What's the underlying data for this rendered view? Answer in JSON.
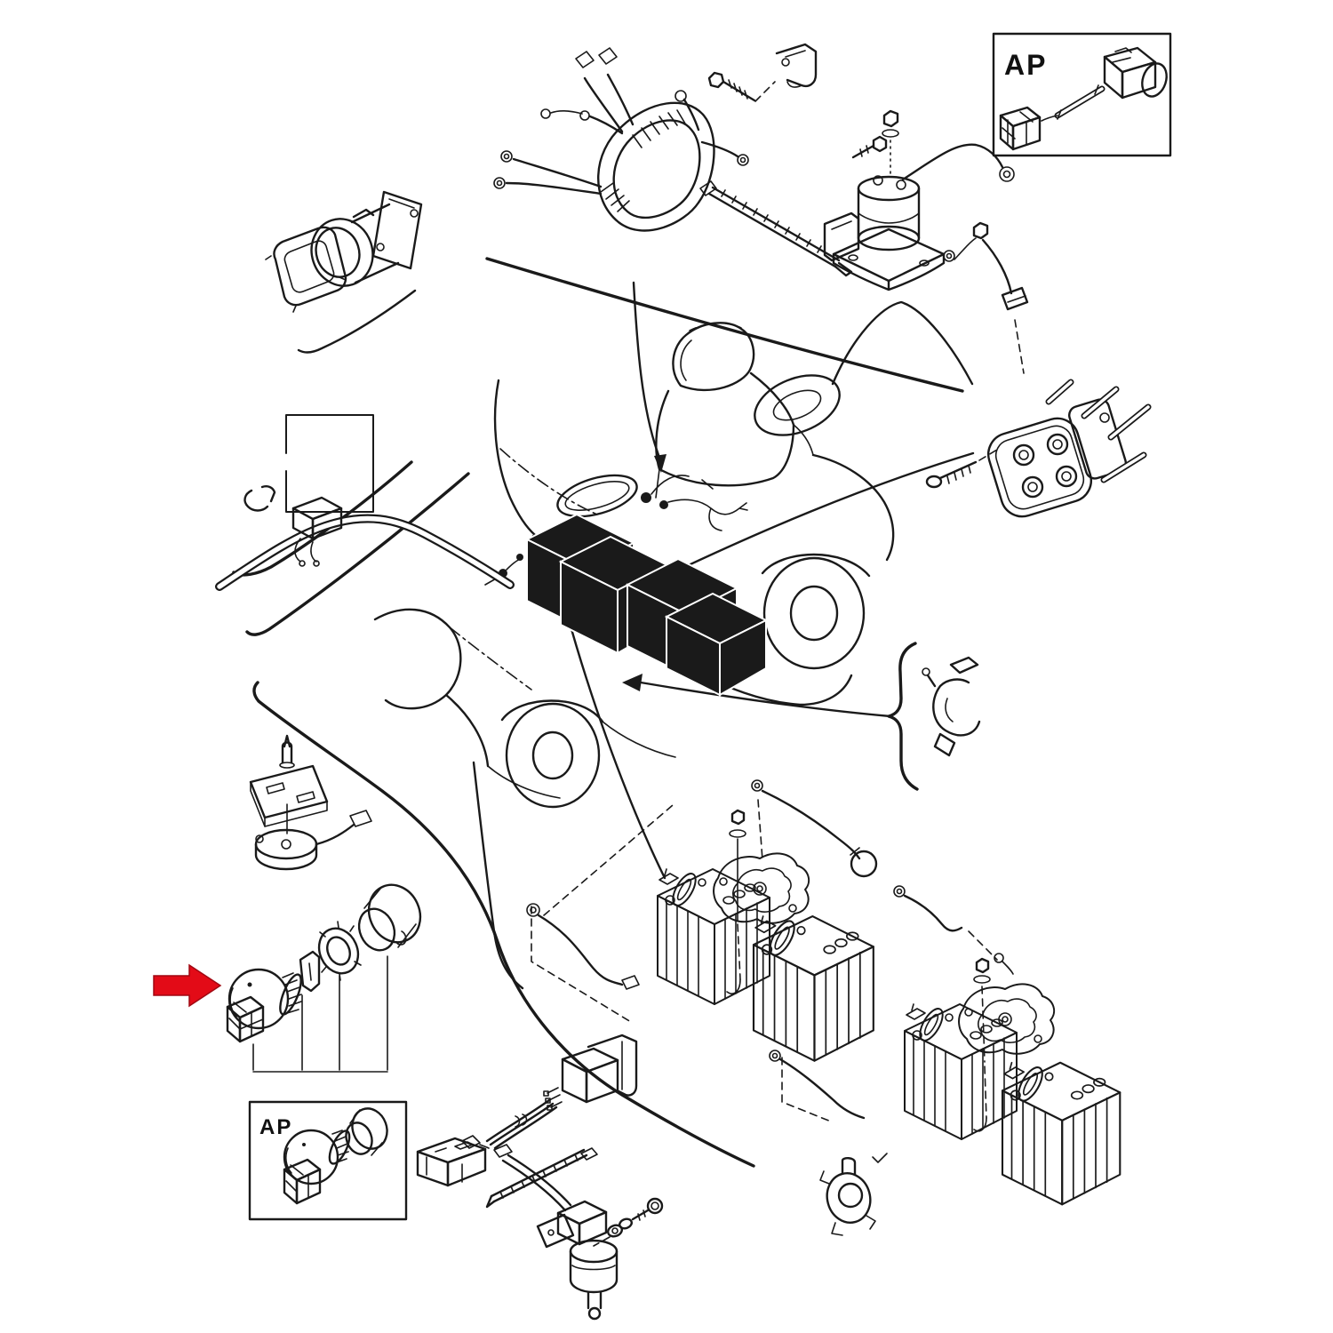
{
  "document": {
    "kind": "exploded-parts-diagram",
    "subject": "golf cart electrical system (batteries, wiring harness, solenoid, ignition switch)",
    "background": "#ffffff",
    "line_color": "#1a1a1a"
  },
  "labels": {
    "ap_top_right": "AP",
    "ap_bottom_left": "AP"
  },
  "highlight": {
    "arrow_color": "#e30b17",
    "target": "ignition-key-switch"
  }
}
